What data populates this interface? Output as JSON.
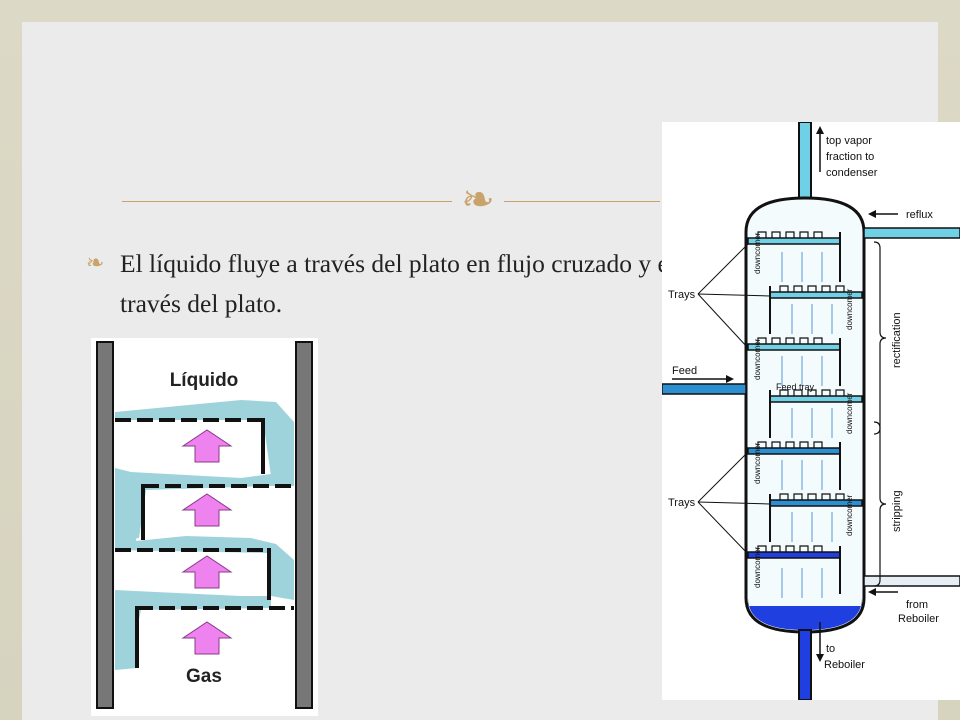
{
  "slide": {
    "bullet_text": "El líquido fluye a través del plato en flujo cruzado y el vapor asciende a través del plato.",
    "bullet_icon": "bullet-mark-icon",
    "ornament_icon": "scroll-ornament-icon",
    "accent_color": "#c9a36b"
  },
  "left_diagram": {
    "top_label": "Líquido",
    "bottom_label": "Gas",
    "liquid_color": "#9fd3dc",
    "arrow_color": "#ee82ee"
  },
  "right_diagram": {
    "labels": {
      "top_vapor": "top vapor",
      "top_vapor_2": "fraction to",
      "top_vapor_3": "condenser",
      "reflux": "reflux",
      "trays_top": "Trays",
      "rectification": "rectification",
      "feed": "Feed",
      "feed_tray": "Feed tray",
      "stripping": "stripping",
      "trays_bottom": "Trays",
      "from_reboiler": "from",
      "from_reboiler_2": "Reboiler",
      "to_reboiler": "to",
      "to_reboiler_2": "Reboiler",
      "downcomer": "downcomer"
    }
  }
}
